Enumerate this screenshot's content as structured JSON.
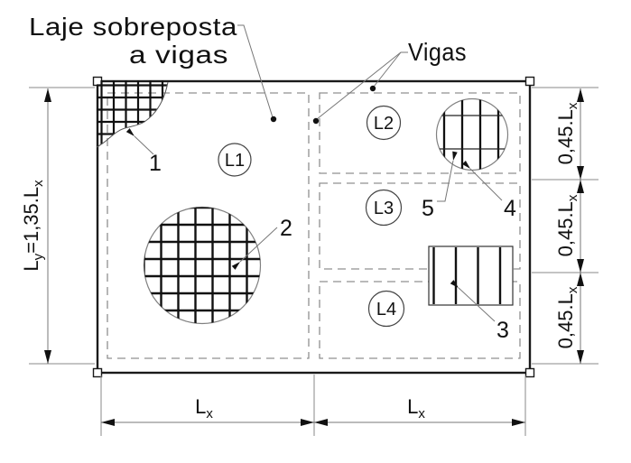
{
  "drawing": {
    "type": "structural-slab-plan",
    "annotations": {
      "slab_note_line1": "Laje sobreposta",
      "slab_note_line2": "a vigas",
      "beams_note": "Vigas"
    },
    "panels": {
      "l1": "L1",
      "l2": "L2",
      "l3": "L3",
      "l4": "L4"
    },
    "callouts": {
      "c1": "1",
      "c2": "2",
      "c3": "3",
      "c4": "4",
      "c5": "5"
    },
    "dimensions": {
      "left": {
        "main1": "L",
        "sub1": "y",
        "main2": "=1,35.L",
        "sub2": "x"
      },
      "right": [
        {
          "main": "0,45.L",
          "sub": "x"
        },
        {
          "main": "0,45.L",
          "sub": "x"
        },
        {
          "main": "0,45.L",
          "sub": "x"
        }
      ],
      "bottom": [
        {
          "main": "L",
          "sub": "x"
        },
        {
          "main": "L",
          "sub": "x"
        }
      ]
    },
    "colors": {
      "ink": "#111111",
      "outline": "#1a1a1a",
      "dashed_gray": "#909090",
      "aux_gray": "#8a8a8a",
      "background": "#ffffff"
    }
  }
}
